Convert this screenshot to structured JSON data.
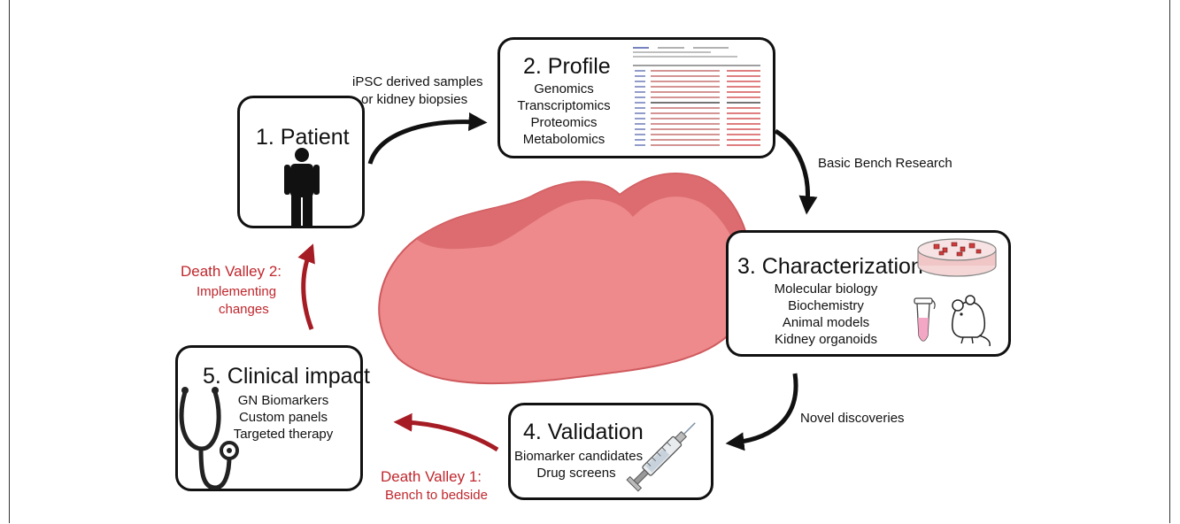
{
  "step1": {
    "title": "1. Patient",
    "icon": "person-icon"
  },
  "step2": {
    "title": "2. Profile",
    "items": [
      "Genomics",
      "Transcriptomics",
      "Proteomics",
      "Metabolomics"
    ],
    "icon": "data-table-icon"
  },
  "step3": {
    "title": "3. Characterization",
    "items": [
      "Molecular biology",
      "Biochemistry",
      "Animal models",
      "Kidney organoids"
    ],
    "icon": "petri-dish-tube-mouse-icon"
  },
  "step4": {
    "title": "4. Validation",
    "items": [
      "Biomarker candidates",
      "Drug screens"
    ],
    "icon": "syringe-icon"
  },
  "step5": {
    "title": "5. Clinical impact",
    "items": [
      "GN Biomarkers",
      "Custom panels",
      "Targeted therapy"
    ],
    "icon": "stethoscope-icon"
  },
  "arrows": {
    "a1_line1": "iPSC derived samples",
    "a1_line2": "or kidney biopsies",
    "a2": "Basic Bench Research",
    "a3": "Novel discoveries",
    "dv1_title": "Death Valley 1:",
    "dv1_sub": "Bench to bedside",
    "dv2_title": "Death Valley 2:",
    "dv2_sub1": "Implementing",
    "dv2_sub2": "changes"
  },
  "colors": {
    "arrow": "#111111",
    "death_valley": "#a61c24",
    "death_valley_text": "#c0272d",
    "kidney": "#ee8a8c",
    "kidney_dark": "#cf5a5e"
  }
}
